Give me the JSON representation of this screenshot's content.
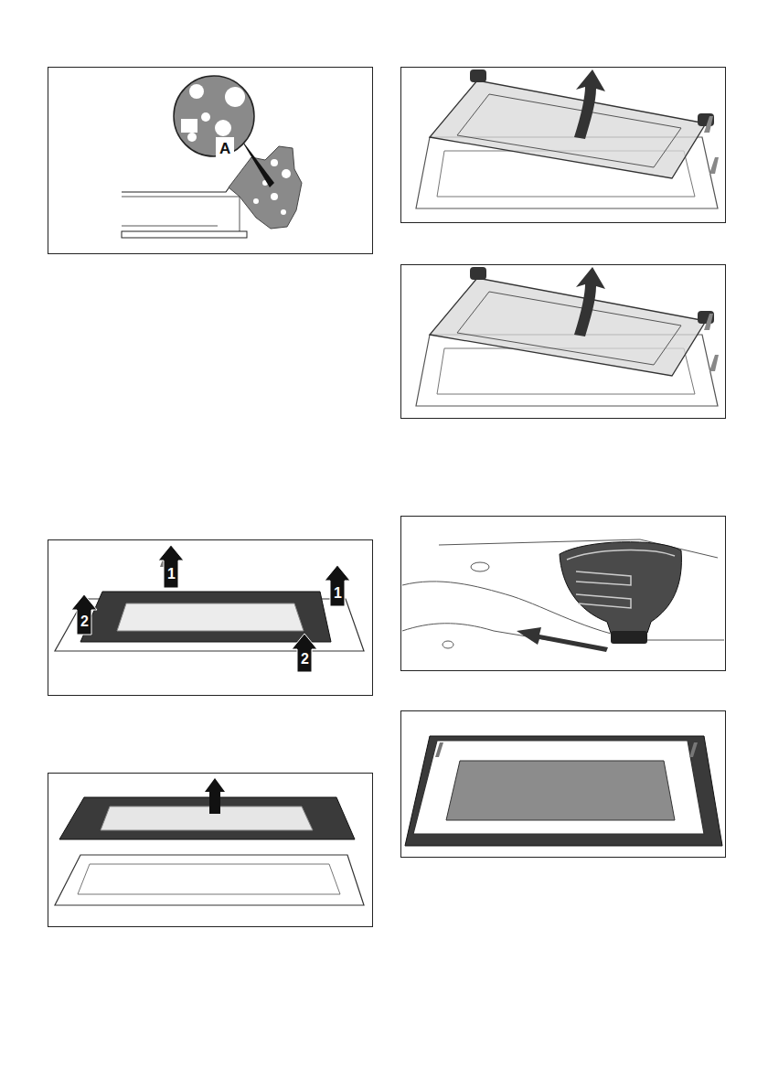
{
  "diagram": {
    "labels": [
      "A",
      "1",
      "1",
      "2",
      "2"
    ]
  }
}
